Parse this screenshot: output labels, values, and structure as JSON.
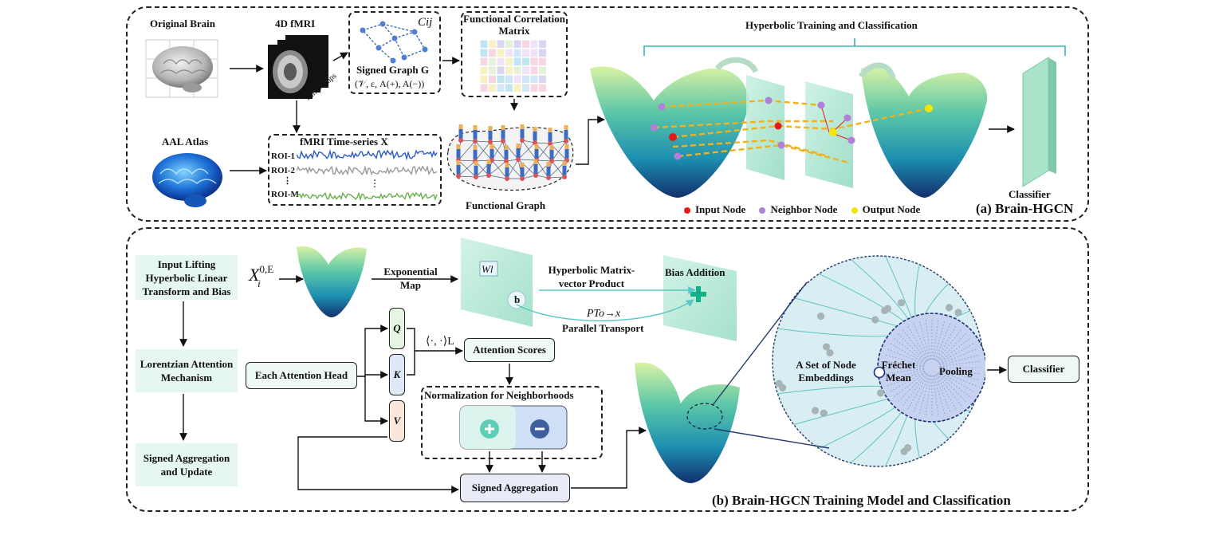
{
  "panel_a": {
    "caption": "(a) Brain-HGCN",
    "original_brain": "Original Brain",
    "fmri_4d": "4D fMRI",
    "timestamps": "Timestamps",
    "aal_atlas": "AAL Atlas",
    "signed_graph_title": "Signed Graph G",
    "signed_graph_formula": "(𝒱, ε, A(+), A(−))",
    "cij": "Cij",
    "func_corr_title": "Functional Correlation Matrix",
    "ts_title": "fMRI Time-series X",
    "roi_labels": [
      "ROI-1",
      "ROI-2",
      "⋮",
      "ROI-M"
    ],
    "func_graph": "Functional Graph",
    "hyperbolic_title": "Hyperbolic Training and Classification",
    "classifier": "Classifier",
    "legend": [
      {
        "label": "Input Node",
        "color": "#e41a1c"
      },
      {
        "label": "Neighbor Node",
        "color": "#b07fd8"
      },
      {
        "label": "Output Node",
        "color": "#f5e600"
      }
    ]
  },
  "panel_b": {
    "caption": "(b) Brain-HGCN Training Model and Classification",
    "stages": [
      "Input Lifting Hyperbolic Linear Transform and Bias",
      "Lorentzian Attention Mechanism",
      "Signed Aggregation and Update"
    ],
    "input_var": "X",
    "input_sup": "0,E",
    "input_sub": "i",
    "exp_map": "Exponential Map",
    "wl": "Wl",
    "b": "b",
    "hyp_matrix": "Hyperbolic Matrix-vector Product",
    "bias_addition": "Bias Addition",
    "pt_formula": "PTo→x",
    "parallel_transport": "Parallel Transport",
    "each_head": "Each Attention Head",
    "q": "Q",
    "k": "K",
    "v": "V",
    "inner_product": "⟨·, ·⟩L",
    "attention_scores": "Attention Scores",
    "normalization": "Normalization for Neighborhoods",
    "signed_aggregation": "Signed Aggregation",
    "node_embeddings": "A Set of Node Embeddings",
    "frechet_mean": "Fréchet Mean",
    "pooling": "Pooling",
    "classifier": "Classifier"
  }
}
